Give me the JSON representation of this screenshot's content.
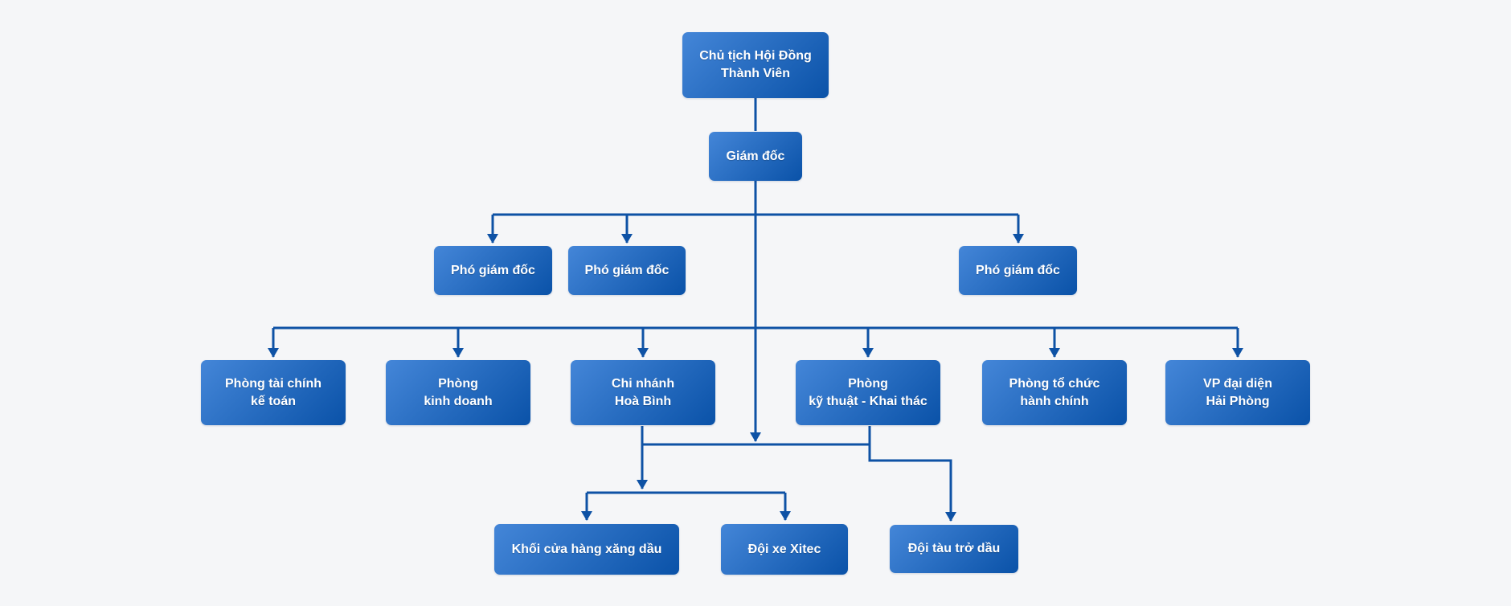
{
  "colors": {
    "bg": "#f5f6f8",
    "node_gradient_start": "#4486d8",
    "node_gradient_end": "#0a52a8",
    "connector": "#0e52a5",
    "node_text": "#ffffff"
  },
  "diagram": {
    "type": "org-chart",
    "nodes": {
      "chairman": {
        "lines": [
          "Chủ tịch Hội Đồng",
          "Thành Viên"
        ]
      },
      "director": {
        "lines": [
          "Giám đốc"
        ]
      },
      "deputy1": {
        "lines": [
          "Phó giám đốc"
        ]
      },
      "deputy2": {
        "lines": [
          "Phó giám đốc"
        ]
      },
      "deputy3": {
        "lines": [
          "Phó giám đốc"
        ]
      },
      "finance": {
        "lines": [
          "Phòng tài chính",
          "kế toán"
        ]
      },
      "business": {
        "lines": [
          "Phòng",
          "kinh doanh"
        ]
      },
      "branch": {
        "lines": [
          "Chi nhánh",
          "Hoà Bình"
        ]
      },
      "technical": {
        "lines": [
          "Phòng",
          "kỹ thuật - Khai thác"
        ]
      },
      "admin": {
        "lines": [
          "Phòng tổ chức",
          "hành chính"
        ]
      },
      "vp": {
        "lines": [
          "VP đại diện",
          "Hải Phòng"
        ]
      },
      "gas": {
        "lines": [
          "Khối cửa hàng xăng dầu"
        ]
      },
      "xitec": {
        "lines": [
          "Đội xe Xitec"
        ]
      },
      "tanker": {
        "lines": [
          "Đội tàu trở dầu"
        ]
      }
    },
    "edges": [
      [
        "chairman",
        "director"
      ],
      [
        "director",
        "deputy1"
      ],
      [
        "director",
        "deputy2"
      ],
      [
        "director",
        "deputy3"
      ],
      [
        "director",
        "finance"
      ],
      [
        "director",
        "business"
      ],
      [
        "director",
        "branch"
      ],
      [
        "director",
        "technical"
      ],
      [
        "director",
        "admin"
      ],
      [
        "director",
        "vp"
      ],
      [
        "branch",
        "gas"
      ],
      [
        "branch",
        "xitec"
      ],
      [
        "technical",
        "tanker"
      ]
    ]
  }
}
